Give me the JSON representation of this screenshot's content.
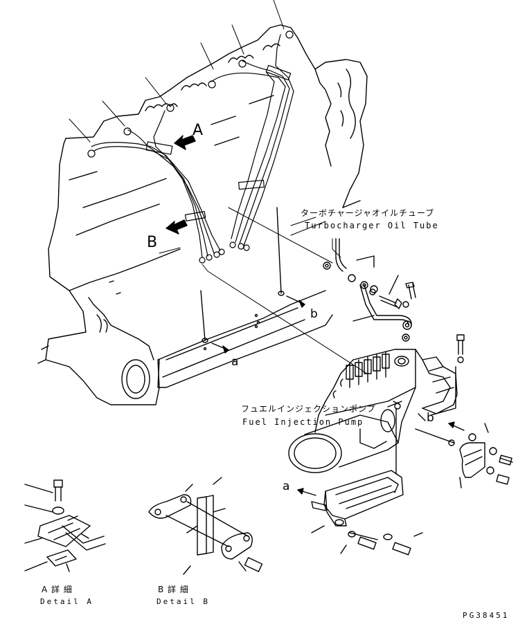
{
  "callouts": {
    "view_a": "A",
    "view_b": "B",
    "port_a_top": "a",
    "port_b_top": "b",
    "port_b_pump": "b",
    "port_a_bracket": "a"
  },
  "turbo_oil_tube": {
    "jp": "ターボチャージャオイルチューブ",
    "en": "Turbocharger Oil Tube"
  },
  "fuel_pump": {
    "jp": "フュエルインジェクションポンプ",
    "en": "Fuel Injection Pump"
  },
  "detail_a": {
    "jp": "A 詳 細",
    "en": "Detail A"
  },
  "detail_b": {
    "jp": "B 詳 細",
    "en": "Detail B"
  },
  "drawing_code": "PG38451"
}
